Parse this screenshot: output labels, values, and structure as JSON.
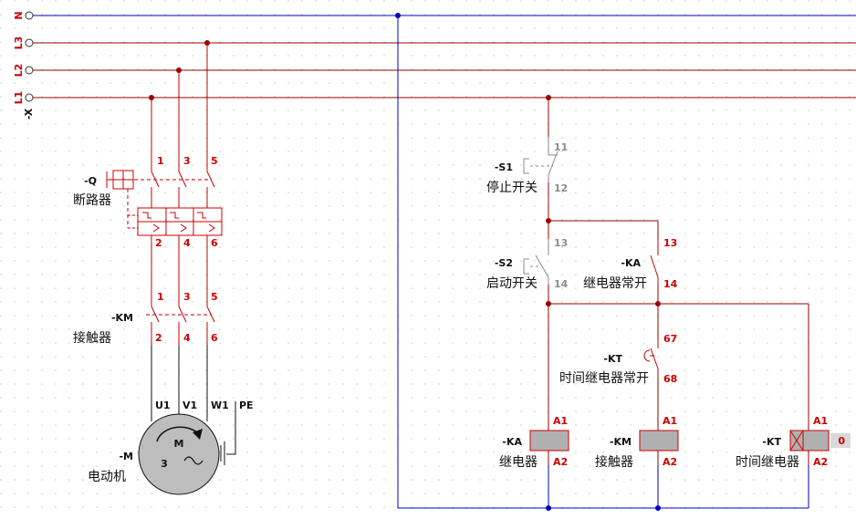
{
  "colors": {
    "power": "#990000",
    "neutral": "#0000cc",
    "wire_red": "#cc0000",
    "wire_gray": "#888888",
    "grid": "#c8c8c8",
    "coil": "#b0b0b0"
  },
  "buses": {
    "n": "N",
    "l3": "L3",
    "l2": "L2",
    "l1": "L1",
    "terminal_tag": "-X"
  },
  "main_circuit": {
    "breaker": {
      "tag": "-Q",
      "name": "断路器",
      "pins_top": [
        "1",
        "3",
        "5"
      ],
      "pins_bottom": [
        "2",
        "4",
        "6"
      ]
    },
    "contactor": {
      "tag": "-KM",
      "name": "接触器",
      "pins_top": [
        "1",
        "3",
        "5"
      ],
      "pins_bottom": [
        "2",
        "4",
        "6"
      ]
    },
    "motor": {
      "tag": "-M",
      "name": "电动机",
      "terminals": [
        "U1",
        "V1",
        "W1",
        "PE"
      ],
      "letter": "M",
      "phase": "3",
      "ac_symbol": "~"
    }
  },
  "control_circuit": {
    "stop_switch": {
      "tag": "-S1",
      "name": "停止开关",
      "pin_top": "11",
      "pin_bottom": "12"
    },
    "start_switch": {
      "tag": "-S2",
      "name": "启动开关",
      "pin_top": "13",
      "pin_bottom": "14"
    },
    "ka_contact": {
      "tag": "-KA",
      "name": "继电器常开",
      "pin_top": "13",
      "pin_bottom": "14"
    },
    "kt_contact": {
      "tag": "-KT",
      "name": "时间继电器常开",
      "pin_top": "67",
      "pin_bottom": "68"
    },
    "coils": [
      {
        "tag": "-KA",
        "name": "继电器",
        "pin_top": "A1",
        "pin_bottom": "A2"
      },
      {
        "tag": "-KM",
        "name": "接触器",
        "pin_top": "A1",
        "pin_bottom": "A2"
      },
      {
        "tag": "-KT",
        "name": "时间继电器",
        "pin_top": "A1",
        "pin_bottom": "A2",
        "counter": "0"
      }
    ]
  }
}
